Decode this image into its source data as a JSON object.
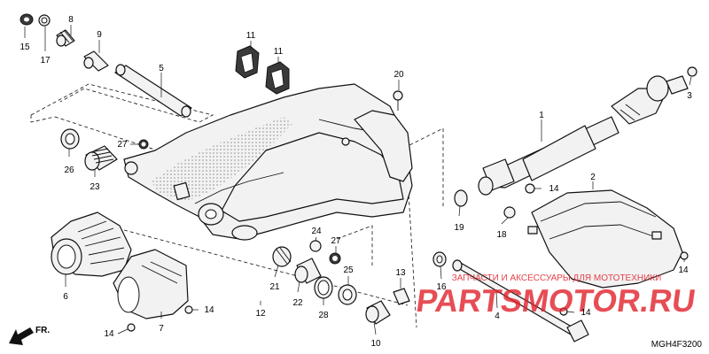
{
  "watermark": {
    "caption": "ЗАПЧАСТИ И АКСЕССУАРЫ ДЛЯ МОТОТЕХНИКИ",
    "site": "PARTSMOTOR.RU",
    "color": "#e0202a"
  },
  "drawing_code": "MGH4F3200",
  "direction_label": "FR.",
  "callouts": {
    "n1": "1",
    "n2": "2",
    "n3": "3",
    "n4": "4",
    "n5": "5",
    "n6": "6",
    "n7": "7",
    "n8": "8",
    "n9": "9",
    "n10": "10",
    "n11": "11",
    "n12": "12",
    "n13": "13",
    "n14": "14",
    "n15": "15",
    "n16": "16",
    "n17": "17",
    "n18": "18",
    "n19": "19",
    "n20": "20",
    "n21": "21",
    "n22": "22",
    "n23": "23",
    "n24": "24",
    "n25": "25",
    "n26": "26",
    "n27": "27",
    "n28": "28"
  }
}
